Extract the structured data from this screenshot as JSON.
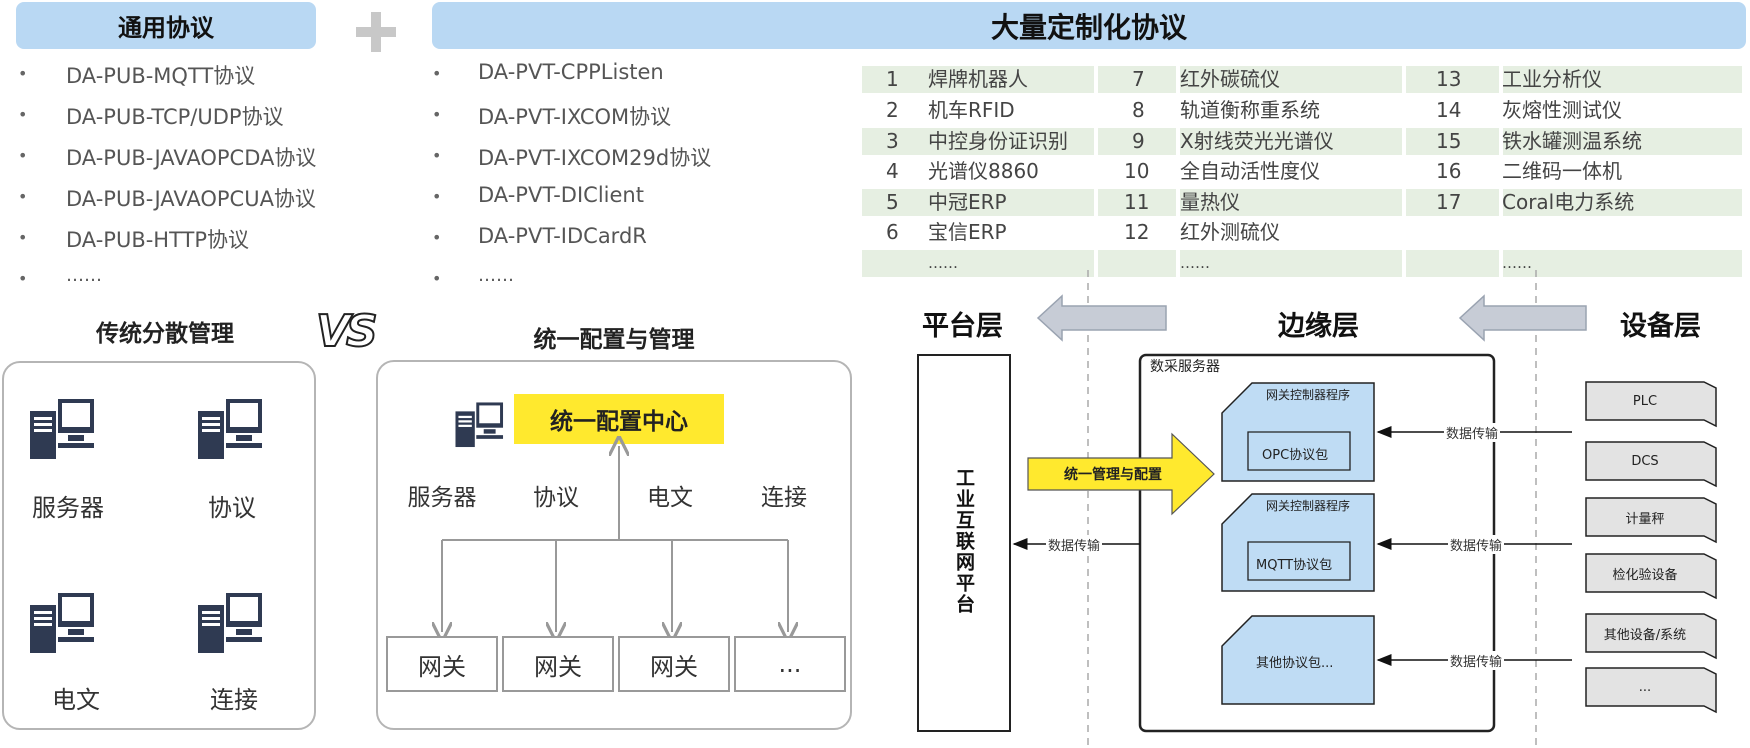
{
  "headers": {
    "common": "通用协议",
    "custom": "大量定制化协议"
  },
  "pub_protocols": [
    "DA-PUB-MQTT协议",
    "DA-PUB-TCP/UDP协议",
    "DA-PUB-JAVAOPCDA协议",
    "DA-PUB-JAVAOPCUA协议",
    "DA-PUB-HTTP协议",
    "……"
  ],
  "pvt_protocols": [
    "DA-PVT-CPPListen",
    "DA-PVT-IXCOM协议",
    "DA-PVT-IXCOM29d协议",
    "DA-PVT-DIClient",
    "DA-PVT-IDCardR",
    "……"
  ],
  "custom_table": [
    [
      "1",
      "焊牌机器人",
      "7",
      "红外碳硫仪",
      "13",
      "工业分析仪"
    ],
    [
      "2",
      "机车RFID",
      "8",
      "轨道衡称重系统",
      "14",
      "灰熔性测试仪"
    ],
    [
      "3",
      "中控身份证识别",
      "9",
      "X射线荧光光谱仪",
      "15",
      "铁水罐测温系统"
    ],
    [
      "4",
      "光谱仪8860",
      "10",
      "全自动活性度仪",
      "16",
      "二维码一体机"
    ],
    [
      "5",
      "中冠ERP",
      "11",
      "量热仪",
      "17",
      "Coral电力系统"
    ],
    [
      "6",
      "宝信ERP",
      "12",
      "红外测硫仪",
      "",
      ""
    ],
    [
      "",
      "……",
      "",
      "……",
      "",
      "……"
    ]
  ],
  "traditional": {
    "title": "传统分散管理",
    "items": [
      "服务器",
      "协议",
      "电文",
      "连接"
    ]
  },
  "vs_label": "VS",
  "unified": {
    "title": "统一配置与管理",
    "center": "统一配置中心",
    "labels": [
      "服务器",
      "协议",
      "电文",
      "连接"
    ],
    "gateways": [
      "网关",
      "网关",
      "网关",
      "..."
    ]
  },
  "layers": {
    "platform": "平台层",
    "edge": "边缘层",
    "device": "设备层"
  },
  "platform_box": "工业互联网平台",
  "server_title": "数采服务器",
  "gateway_program": "网关控制器程序",
  "packages": [
    "OPC协议包",
    "MQTT协议包",
    "其他协议包..."
  ],
  "manage_arrow": "统一管理与配置",
  "data_transfer": "数据传输",
  "devices": [
    "PLC",
    "DCS",
    "计量秤",
    "检化验设备",
    "其他设备/系统",
    "..."
  ],
  "colors": {
    "header_fill": "#b9d8f3",
    "table_shade": "#e6efe2",
    "center_fill": "#ffe92e",
    "package_fill": "#bfdcf4",
    "arrow_fill": "#ffe92e"
  }
}
